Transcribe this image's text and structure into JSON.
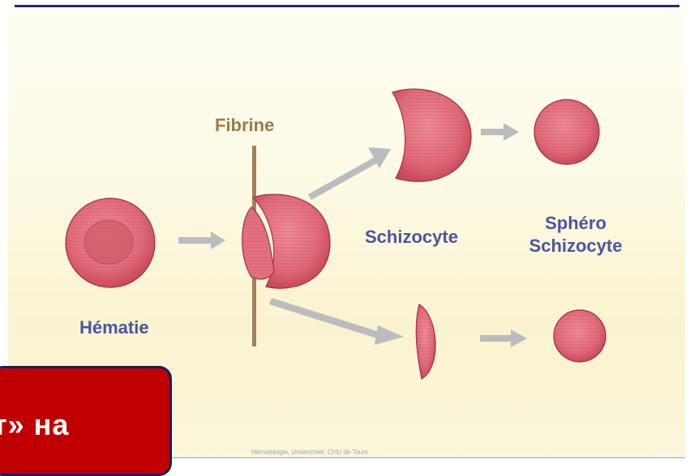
{
  "labels": {
    "fibrine": "Fibrine",
    "schizocyte": "Schizocyte",
    "sphero_line1": "Sphéro",
    "sphero_line2": "Schizocyte",
    "hematie": "Hématie"
  },
  "footer_note": "Hématologie, Ursienchiet, CHU de Tours",
  "overlay_text": "т» на",
  "colors": {
    "cell_fill": "#e06a78",
    "cell_edge": "#9e2e3e",
    "label_blue": "#4a55a2",
    "fibrine_color": "#a07a45",
    "arrow_gray": "#b9bdc0",
    "overlay_red": "#c00000",
    "rule_navy": "#1f2a6b"
  }
}
